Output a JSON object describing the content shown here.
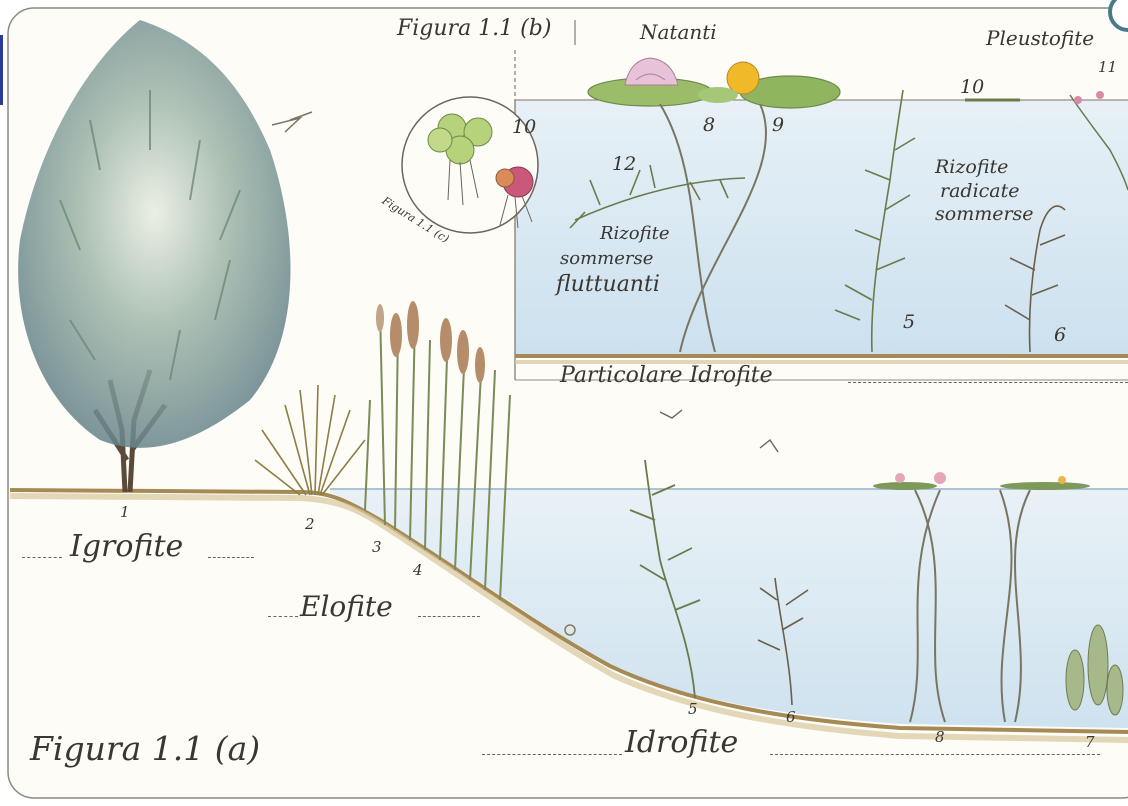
{
  "labels": {
    "fig_a": "Figura  1.1 (a)",
    "fig_b": "Figura 1.1 (b)",
    "fig_c": "Figura 1.1 (c)",
    "igrofite": "Igrofite",
    "elofite": "Elofite",
    "idrofite": "Idrofite",
    "particolare": "Particolare  Idrofite",
    "natanti": "Natanti",
    "pleustofite": "Pleustofite",
    "rizofite_flutt_1": "Rizofite",
    "rizofite_flutt_2": "sommerse",
    "rizofite_flutt_3": "fluttuanti",
    "rizofite_rad_1": "Rizofite",
    "rizofite_rad_2": "radicate",
    "rizofite_rad_3": "sommerse"
  },
  "numbers": {
    "n1": "1",
    "n2": "2",
    "n3": "3",
    "n4": "4",
    "n5": "5",
    "n6": "6",
    "n7": "7",
    "n8": "8",
    "n5b": "5",
    "n6b": "6",
    "n8b": "8",
    "n9": "9",
    "n10": "10",
    "n10b": "10",
    "n11": "11",
    "n12": "12"
  },
  "colors": {
    "paper": "#fdfcf7",
    "water": "#d6e8f3",
    "ground": "#cbb98d",
    "ink": "#3a3630"
  }
}
